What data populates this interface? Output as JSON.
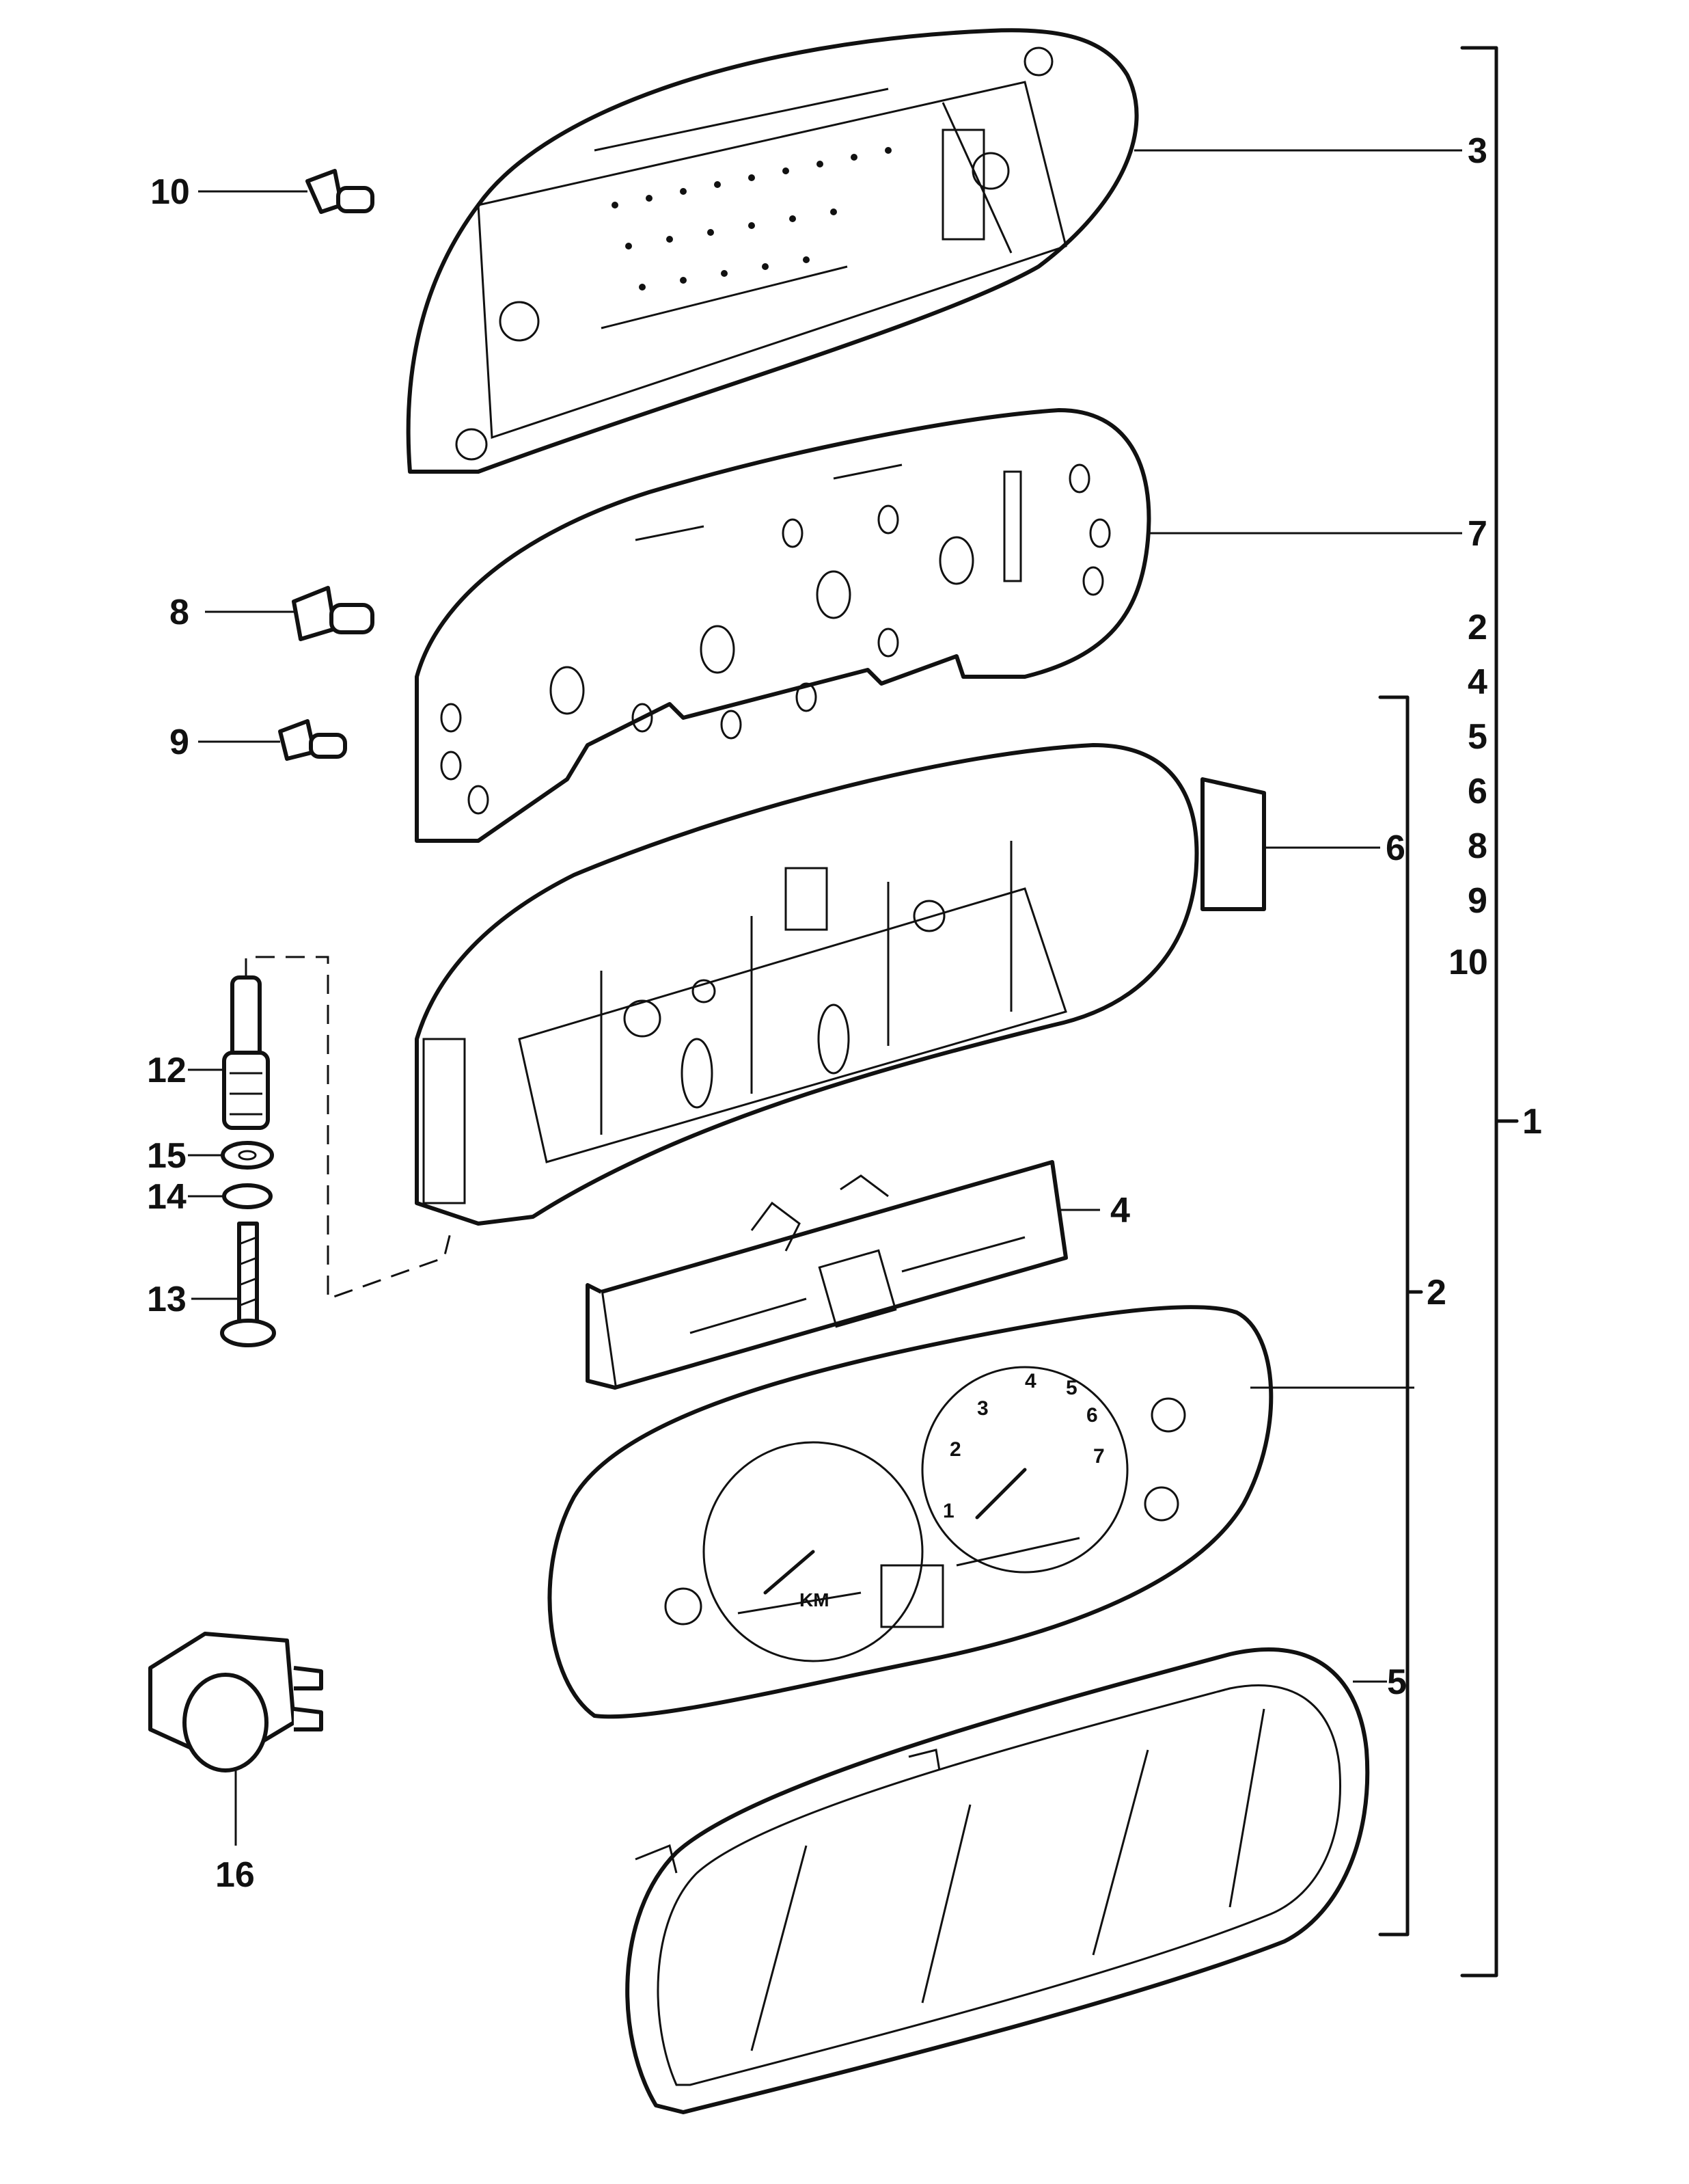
{
  "diagram": {
    "callouts": {
      "c1": "1",
      "c2_group": "2",
      "c2": "2",
      "c3": "3",
      "c4_group": "4",
      "c4": "4",
      "c5_group": "5",
      "c5": "5",
      "c6_group": "6",
      "c6": "6",
      "c7": "7",
      "c8_group": "8",
      "c8": "8",
      "c9_group": "9",
      "c9": "9",
      "c10_group": "10",
      "c10": "10",
      "c12": "12",
      "c13": "13",
      "c14": "14",
      "c15": "15",
      "c16": "16"
    },
    "gauge_numbers": [
      "1",
      "2",
      "3",
      "4",
      "5",
      "6",
      "7"
    ],
    "dial_label": "KM"
  }
}
